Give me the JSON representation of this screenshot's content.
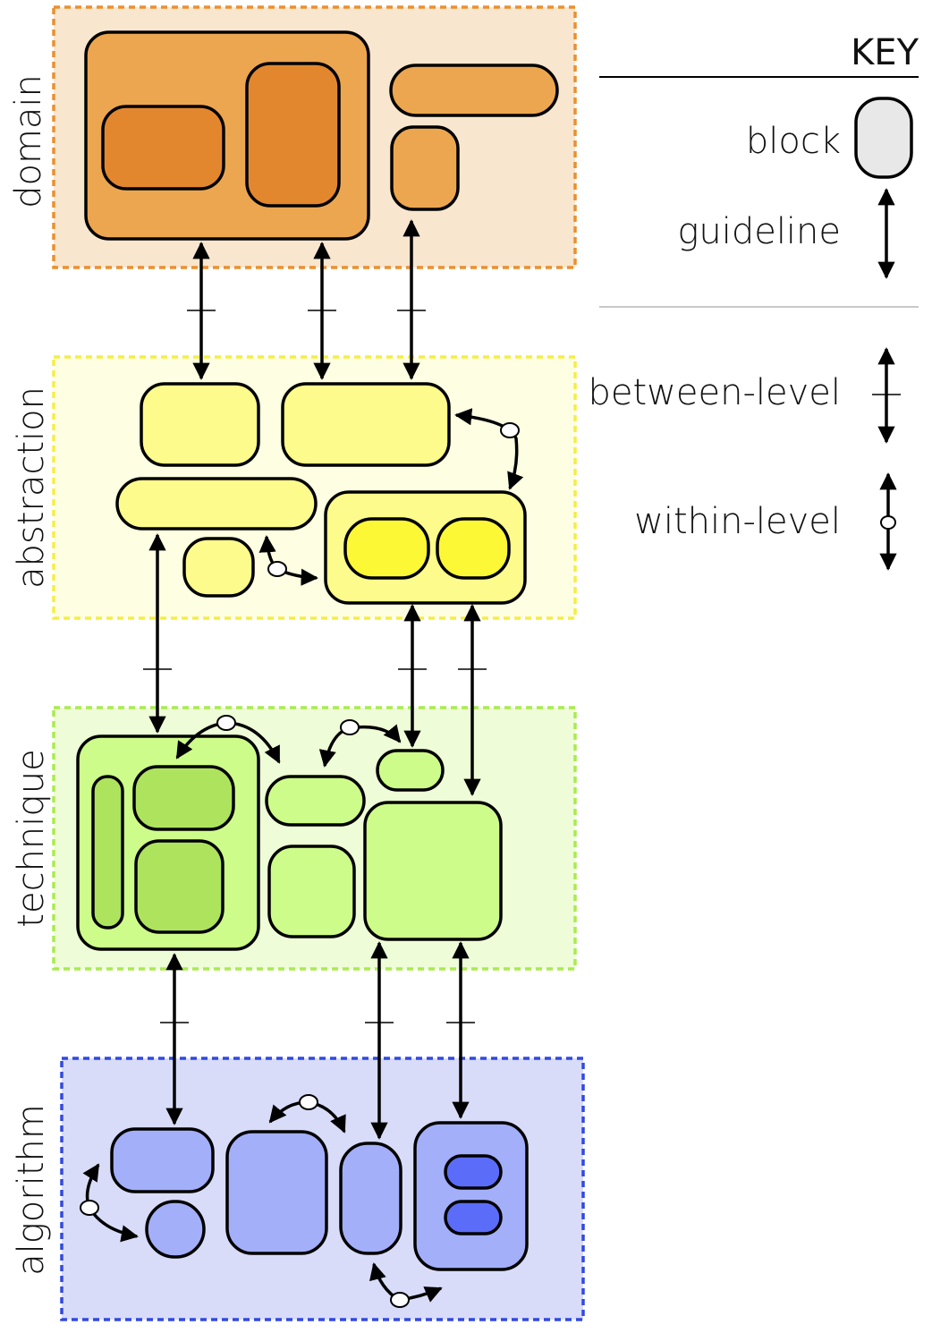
{
  "levels": {
    "domain": {
      "label": "domain",
      "colors": {
        "panel": "#f8e6cf",
        "border": "#ec8f2e",
        "outer": "#eca650",
        "inner": "#e3872f"
      }
    },
    "abstraction": {
      "label": "abstraction",
      "colors": {
        "panel": "#fefee2",
        "border": "#f5ee44",
        "outer": "#fdfb8b",
        "inner": "#fdf836"
      }
    },
    "technique": {
      "label": "technique",
      "colors": {
        "panel": "#eefcd7",
        "border": "#a8ec4d",
        "outer": "#cefc8a",
        "inner": "#aee35e"
      }
    },
    "algorithm": {
      "label": "algorithm",
      "colors": {
        "panel": "#d8dcf9",
        "border": "#3149e2",
        "outer": "#a3aff8",
        "inner": "#5b6cf8"
      }
    }
  },
  "key": {
    "title": "KEY",
    "items": [
      {
        "label": "block",
        "icon": "block-shape-icon"
      },
      {
        "label": "guideline",
        "icon": "double-arrow-icon"
      },
      {
        "label": "between-level",
        "icon": "between-level-arrow-icon"
      },
      {
        "label": "within-level",
        "icon": "within-level-arrow-icon"
      }
    ],
    "colors": {
      "block_fill": "#e8e8e8",
      "divider": "#c8c8c8"
    }
  }
}
